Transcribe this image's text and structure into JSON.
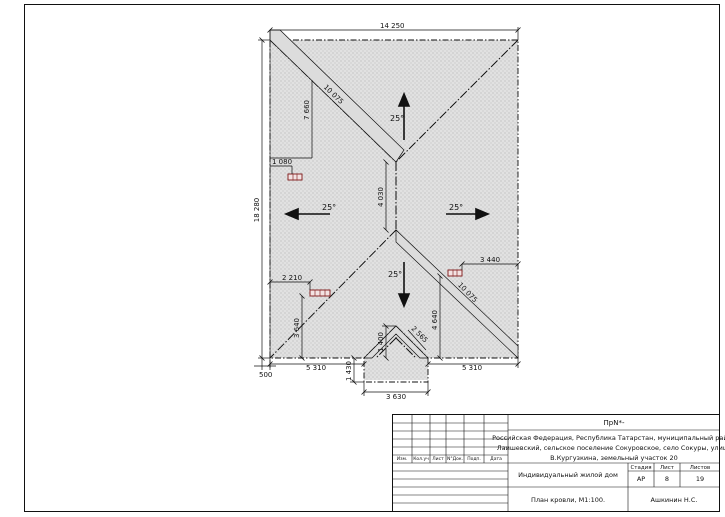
{
  "drawing": {
    "dims": {
      "overall_width": "14 250",
      "overall_height": "18 280",
      "left_offset": "500",
      "ridge_top_left": "7 660",
      "eave_left_short": "1 080",
      "hip_top_left": "10 075",
      "ridge_mid": "4 030",
      "hip_right": "10 075",
      "right_bay": "3 440",
      "right_vertical": "4 640",
      "left_bay": "2 210",
      "left_vertical": "3 640",
      "porch_valley": "2 565",
      "porch_height": "1 400",
      "porch_offset": "1 430",
      "bottom_left": "5 310",
      "bottom_right": "5 310",
      "porch_width": "3 630"
    },
    "slopes": {
      "top": "25°",
      "left": "25°",
      "right": "25°",
      "bottom": "25°"
    }
  },
  "title_block": {
    "code": "ПрN*-",
    "address_line1": "Российская Федерация, Республика Татарстан, муниципальный район",
    "address_line2": "Лаишевский, сельское поселение Сокуровское, село Сокуры, улица",
    "address_line3": "В.Кургузкина, земельный участок 20",
    "headers": {
      "change": "Изм.",
      "count": "Кол.уч",
      "sheet": "Лист",
      "doc": "N°Док.",
      "sign": "Подп.",
      "date": "Дата"
    },
    "object_name": "Индивидуальный жилой дом",
    "stage_label": "Стадия",
    "sheet_label": "Лист",
    "sheets_label": "Листов",
    "stage": "АР",
    "sheet_no": "8",
    "sheets_total": "19",
    "drawing_title": "План кровли, М1:100.",
    "author": "Ашкинин Н.С."
  }
}
